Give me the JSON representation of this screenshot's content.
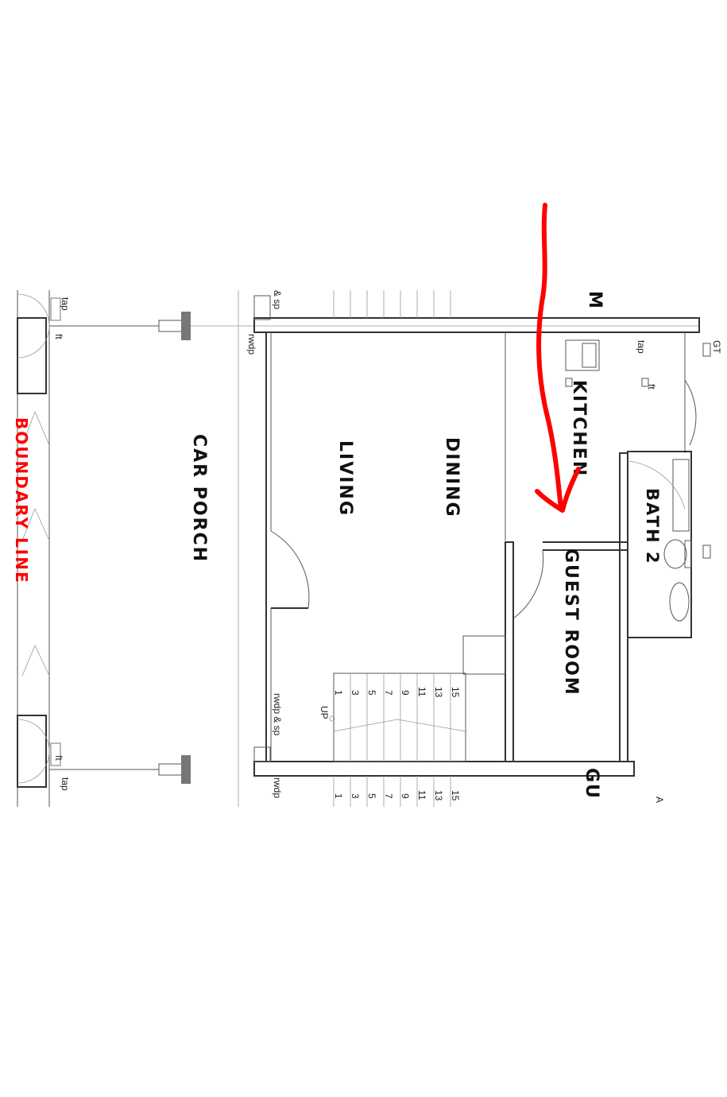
{
  "rooms": {
    "kitchen": "KITCHEN",
    "dining": "DINING",
    "living": "LIVING",
    "car_porch": "CAR PORCH",
    "bath2": "BATH 2",
    "guest_room": "GUEST ROOM",
    "guest_partial": "GU",
    "partial_m": "M"
  },
  "boundary_label": "BOUNDARY LINE",
  "fixtures": {
    "tap": "tap",
    "ft": "ft",
    "gt": "GT",
    "rwdp": "rwdp",
    "rwdp_sp": "rwdp & sp",
    "sp_partial": "& sp",
    "up": "UP",
    "a_partial": "A"
  },
  "stair_numbers": [
    "1",
    "3",
    "5",
    "7",
    "9",
    "11",
    "13",
    "15"
  ],
  "annotation_color": "#ff0000",
  "boundary_color": "#ff0000"
}
